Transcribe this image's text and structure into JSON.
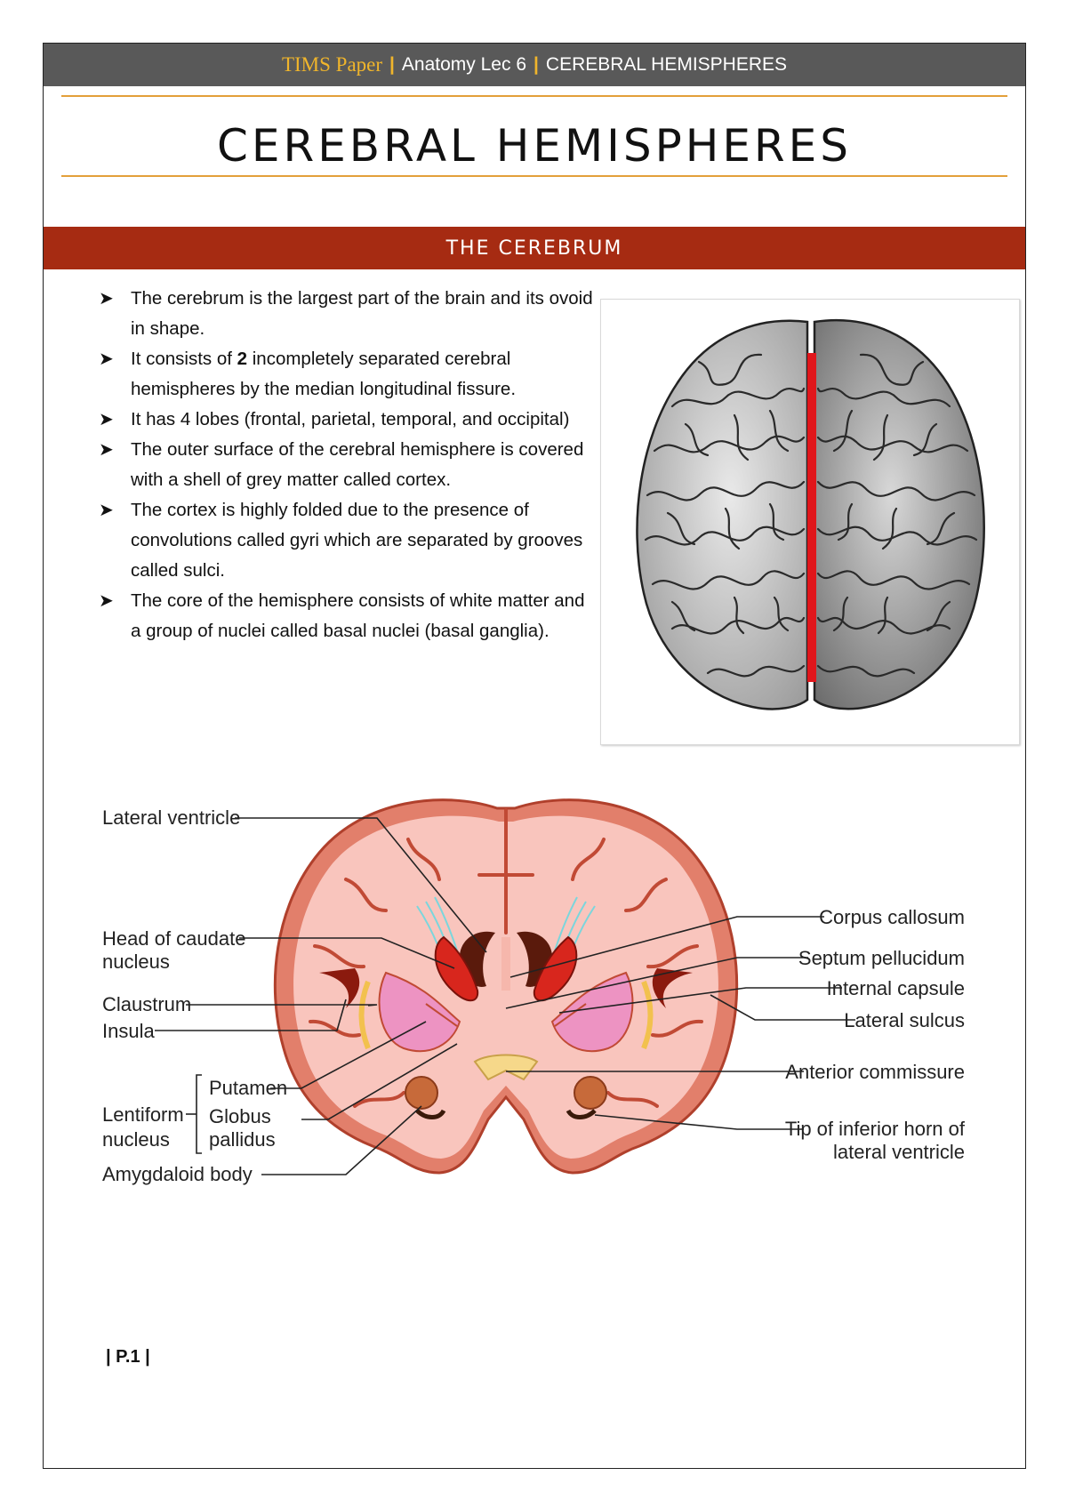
{
  "header": {
    "brand": "TIMS Paper",
    "separator": "|",
    "lecture": "Anatomy Lec 6",
    "topic": "CEREBRAL HEMISPHERES"
  },
  "title": "CEREBRAL HEMISPHERES",
  "section": {
    "title": "THE CEREBRUM"
  },
  "bullets": [
    {
      "text": "The cerebrum is the largest part of the brain and its ovoid in shape."
    },
    {
      "pre": "It consists of ",
      "bold": "2",
      "post": " incompletely separated cerebral hemispheres by the median longitudinal fissure."
    },
    {
      "text": "It has 4 lobes (frontal, parietal, temporal, and occipital)"
    },
    {
      "text": "The outer surface of the cerebral hemisphere is covered with a shell of grey matter called cortex."
    },
    {
      "text": "The cortex is highly folded due to the presence of convolutions called gyri which are separated by grooves called sulci."
    },
    {
      "text": "The core of the hemisphere consists of white matter and a group of nuclei called basal nuclei (basal ganglia)."
    }
  ],
  "diagram": {
    "left_labels": {
      "lateral_ventricle": "Lateral ventricle",
      "head_caudate_1": "Head of caudate",
      "head_caudate_2": "nucleus",
      "claustrum": "Claustrum",
      "insula": "Insula",
      "putamen": "Putamen",
      "lentiform_1": "Lentiform",
      "lentiform_2": "nucleus",
      "globus_1": "Globus",
      "globus_2": "pallidus",
      "amygdaloid": "Amygdaloid body"
    },
    "right_labels": {
      "corpus_callosum": "Corpus callosum",
      "septum": "Septum pellucidum",
      "internal_capsule": "Internal capsule",
      "lateral_sulcus": "Lateral sulcus",
      "anterior_commissure": "Anterior commissure",
      "inferior_horn_1": "Tip of inferior horn of",
      "inferior_horn_2": "lateral ventricle"
    }
  },
  "footer": {
    "page": "| P.1 |"
  }
}
